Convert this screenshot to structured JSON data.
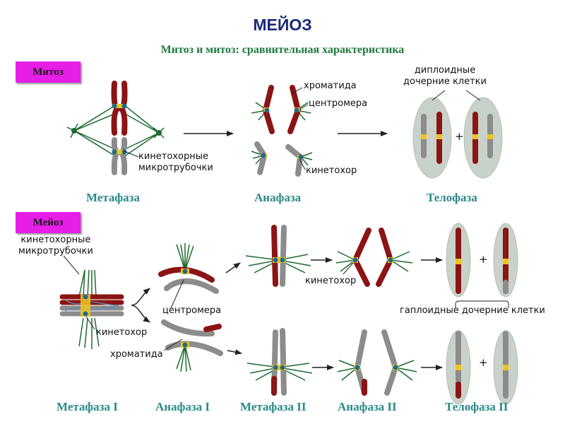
{
  "title": "МЕЙОЗ",
  "subtitle": "Митоз и митоз: сравнительная характеристика",
  "mitosis": {
    "badge": "Митоз",
    "phases": [
      "Метафаза",
      "Анафаза",
      "Телофаза"
    ],
    "labels": {
      "microtubules_1": "кинетохорные",
      "microtubules_2": "микротрубочки",
      "chromatid": "хроматида",
      "centromere": "центромера",
      "kinetochore": "кинетохор",
      "daughter_1": "диплоидные",
      "daughter_2": "дочерние клетки",
      "plus": "+"
    }
  },
  "meiosis": {
    "badge": "Мейоз",
    "phases": [
      "Метафаза I",
      "Анафаза I",
      "Метафаза II",
      "Анафаза II",
      "Телофаза II"
    ],
    "labels": {
      "microtubules_1": "кинетохорные",
      "microtubules_2": "микротрубочки",
      "kinetochore_left": "кинетохор",
      "centromere": "центромера",
      "chromatid": "хроматида",
      "kinetochore_right": "кинетохор",
      "haploid": "гаплоидные дочерние клетки",
      "plus_1": "+",
      "plus_2": "+"
    }
  },
  "colors": {
    "red_chromosome": "#8b1414",
    "gray_chromosome": "#8c8c8c",
    "centromere": "#f2c31a",
    "kinetochore": "#1d6b8a",
    "spindle": "#1d6b2e",
    "cell": "#c8d2ca",
    "title": "#1c2a7a",
    "subtitle": "#1e7a3c",
    "phase_label": "#2a8a8a",
    "badge": "#e61ee6"
  }
}
